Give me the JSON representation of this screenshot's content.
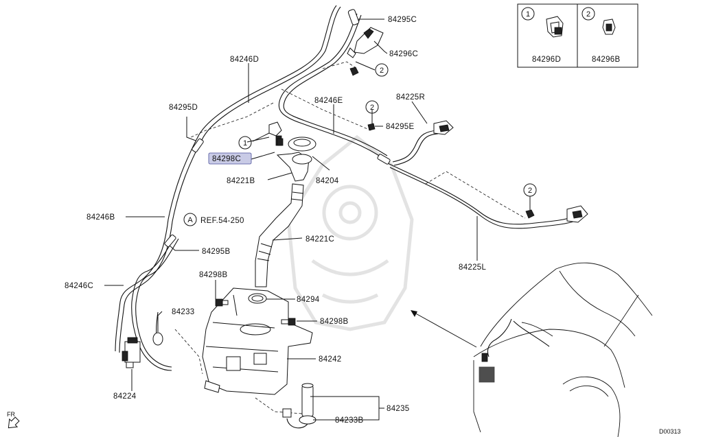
{
  "parts": {
    "p84295C": "84295C",
    "p84296C": "84296C",
    "p84246D": "84246D",
    "p84246E": "84246E",
    "p84295D": "84295D",
    "p84225R": "84225R",
    "p84295E": "84295E",
    "p84298C": "84298C",
    "p84221B": "84221B",
    "p84204": "84204",
    "p84246B": "84246B",
    "ref": "REF.54-250",
    "ref_marker": "A",
    "p84295B": "84295B",
    "p84221C": "84221C",
    "p84225L": "84225L",
    "p84246C": "84246C",
    "p84298B_a": "84298B",
    "p84294": "84294",
    "p84233": "84233",
    "p84298B_b": "84298B",
    "p84242": "84242",
    "p84224": "84224",
    "p84235": "84235",
    "p84233B": "84233B"
  },
  "callouts": {
    "c1": "1",
    "c2a": "2",
    "c2b": "2",
    "c2c": "2"
  },
  "legend": {
    "item1_num": "1",
    "item1_part": "84296D",
    "item2_num": "2",
    "item2_part": "84296B"
  },
  "footer": {
    "direction": "FR",
    "diagram_code": "D00313"
  },
  "colors": {
    "highlight": "#c9cbe6",
    "line": "#111111",
    "watermark": "#e3e3e3"
  }
}
